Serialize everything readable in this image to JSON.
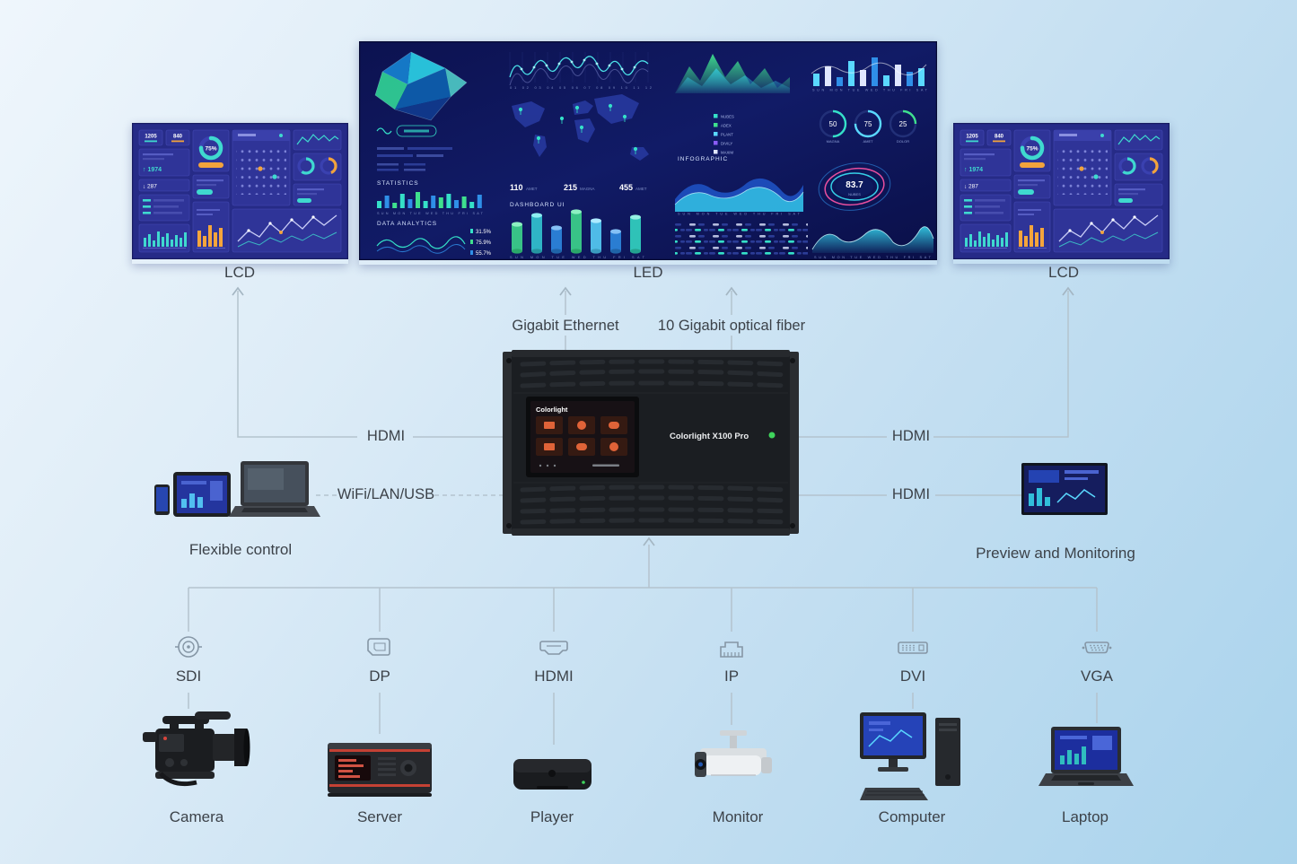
{
  "labels": {
    "lcd_left": "LCD",
    "led": "LED",
    "lcd_right": "LCD",
    "gigabit_ethernet": "Gigabit Ethernet",
    "optical_fiber": "10 Gigabit optical fiber",
    "hdmi_left": "HDMI",
    "hdmi_right_top": "HDMI",
    "hdmi_right_bottom": "HDMI",
    "wifi_lan_usb": "WiFi/LAN/USB",
    "flexible_control": "Flexible control",
    "preview_monitoring": "Preview and Monitoring"
  },
  "device": {
    "screen_brand": "Colorlight",
    "model": "Colorlight X100 Pro"
  },
  "inputs": [
    {
      "port": "SDI",
      "source": "Camera"
    },
    {
      "port": "DP",
      "source": "Server"
    },
    {
      "port": "HDMI",
      "source": "Player"
    },
    {
      "port": "IP",
      "source": "Monitor"
    },
    {
      "port": "DVI",
      "source": "Computer"
    },
    {
      "port": "VGA",
      "source": "Laptop"
    }
  ],
  "led_dashboard": {
    "statistics_title": "STATISTICS",
    "analytics_title": "DATA ANALYTICS",
    "dashboard_title": "DASHBOARD UI",
    "infographic_title": "INFOGRAPHIC",
    "days": "SUN MON TUE WED THU FRI SAT",
    "months": "01 02 03 04 05 06 07 08 09 10 11 12",
    "stat1_value": "110",
    "stat1_label": "AMET",
    "stat2_value": "215",
    "stat2_label": "MAGNA",
    "stat3_value": "455",
    "stat3_label": "AMET",
    "pct1": "31.5%",
    "pct2": "75.9%",
    "pct3": "55.7%",
    "circle1_value": "50",
    "circle1_label": "MAGNA",
    "circle2_value": "75",
    "circle2_label": "AMET",
    "circle3_value": "25",
    "circle3_label": "DOLOR",
    "gauge_value": "83.7",
    "gauge_label": "NUBES",
    "legend": [
      "NUBES",
      "ADEX",
      "PLANT",
      "DIVILY",
      "MAXIM"
    ]
  },
  "lcd_dashboard": {
    "stat1": "1205",
    "stat2": "840",
    "donut_pct": "75%",
    "up_value": "↑ 1974",
    "down_value": "↓ 287"
  },
  "colors": {
    "accent_cyan": "#35e0c8",
    "accent_green": "#3fe08e",
    "accent_blue": "#2f8fe8",
    "accent_orange": "#f2a33c",
    "panel_navy": "#101a63",
    "led_green": "#3fd45c"
  }
}
